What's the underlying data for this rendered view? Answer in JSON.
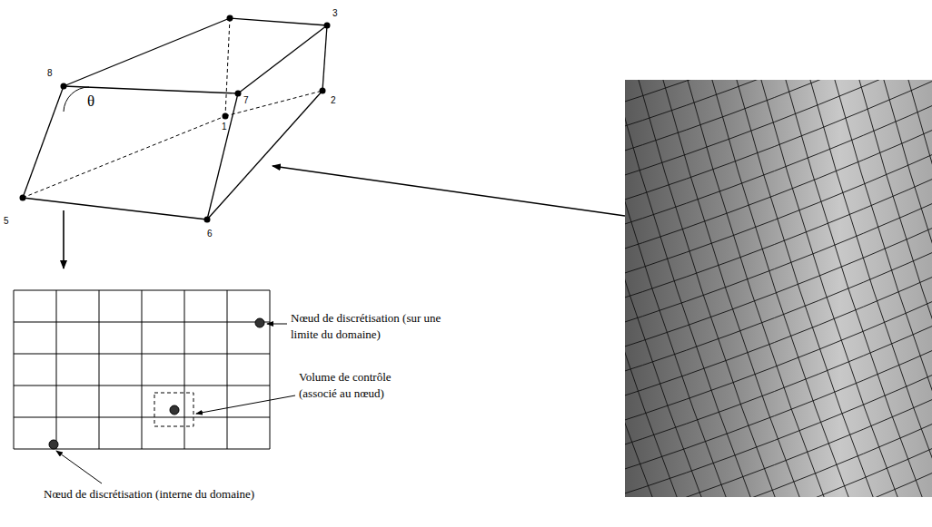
{
  "diagram": {
    "labels": [
      "8",
      "7",
      "3",
      "2",
      "1",
      "5",
      "6",
      "θ",
      "Nœud de discrétisation (sur une limite du domaine)",
      "Volume de contrôle (associé au nœud)",
      "Nœud de discrétisation (interne du domaine)"
    ]
  }
}
